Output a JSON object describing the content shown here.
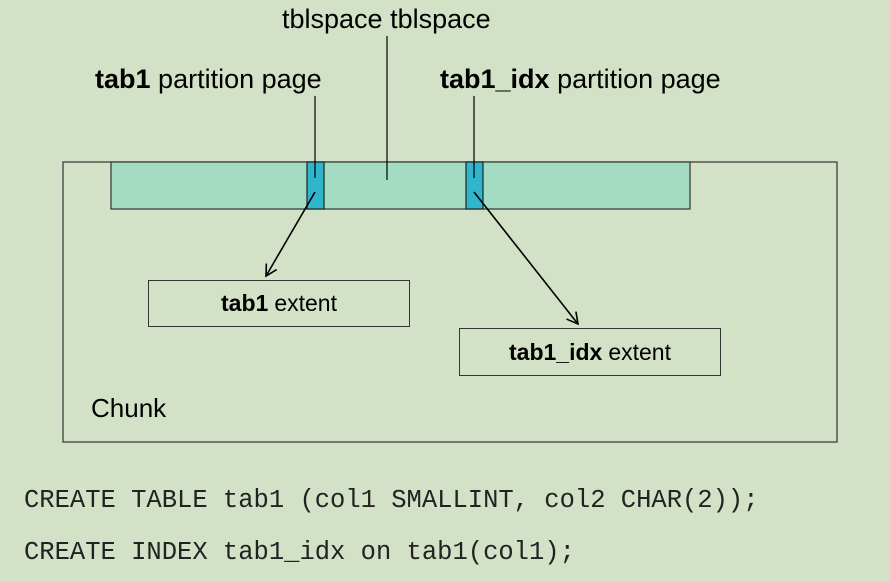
{
  "labels": {
    "tblspace": "tblspace tblspace",
    "tab1_page_bold": "tab1",
    "tab1_page_rest": "partition page",
    "idx_page_bold": "tab1_idx",
    "idx_page_rest": "partition page",
    "tab1_extent_bold": "tab1",
    "tab1_extent_rest": "extent",
    "idx_extent_bold": "tab1_idx",
    "idx_extent_rest": "extent",
    "chunk": "Chunk"
  },
  "code": {
    "line1": "CREATE TABLE tab1 (col1 SMALLINT, col2 CHAR(2));",
    "line2": "CREATE INDEX tab1_idx on tab1(col1);"
  },
  "colors": {
    "background": "#d3e2c6",
    "tblspace_fill": "#a3dcc3",
    "partition_page_fill": "#2fb5cc",
    "outline": "#333333"
  }
}
